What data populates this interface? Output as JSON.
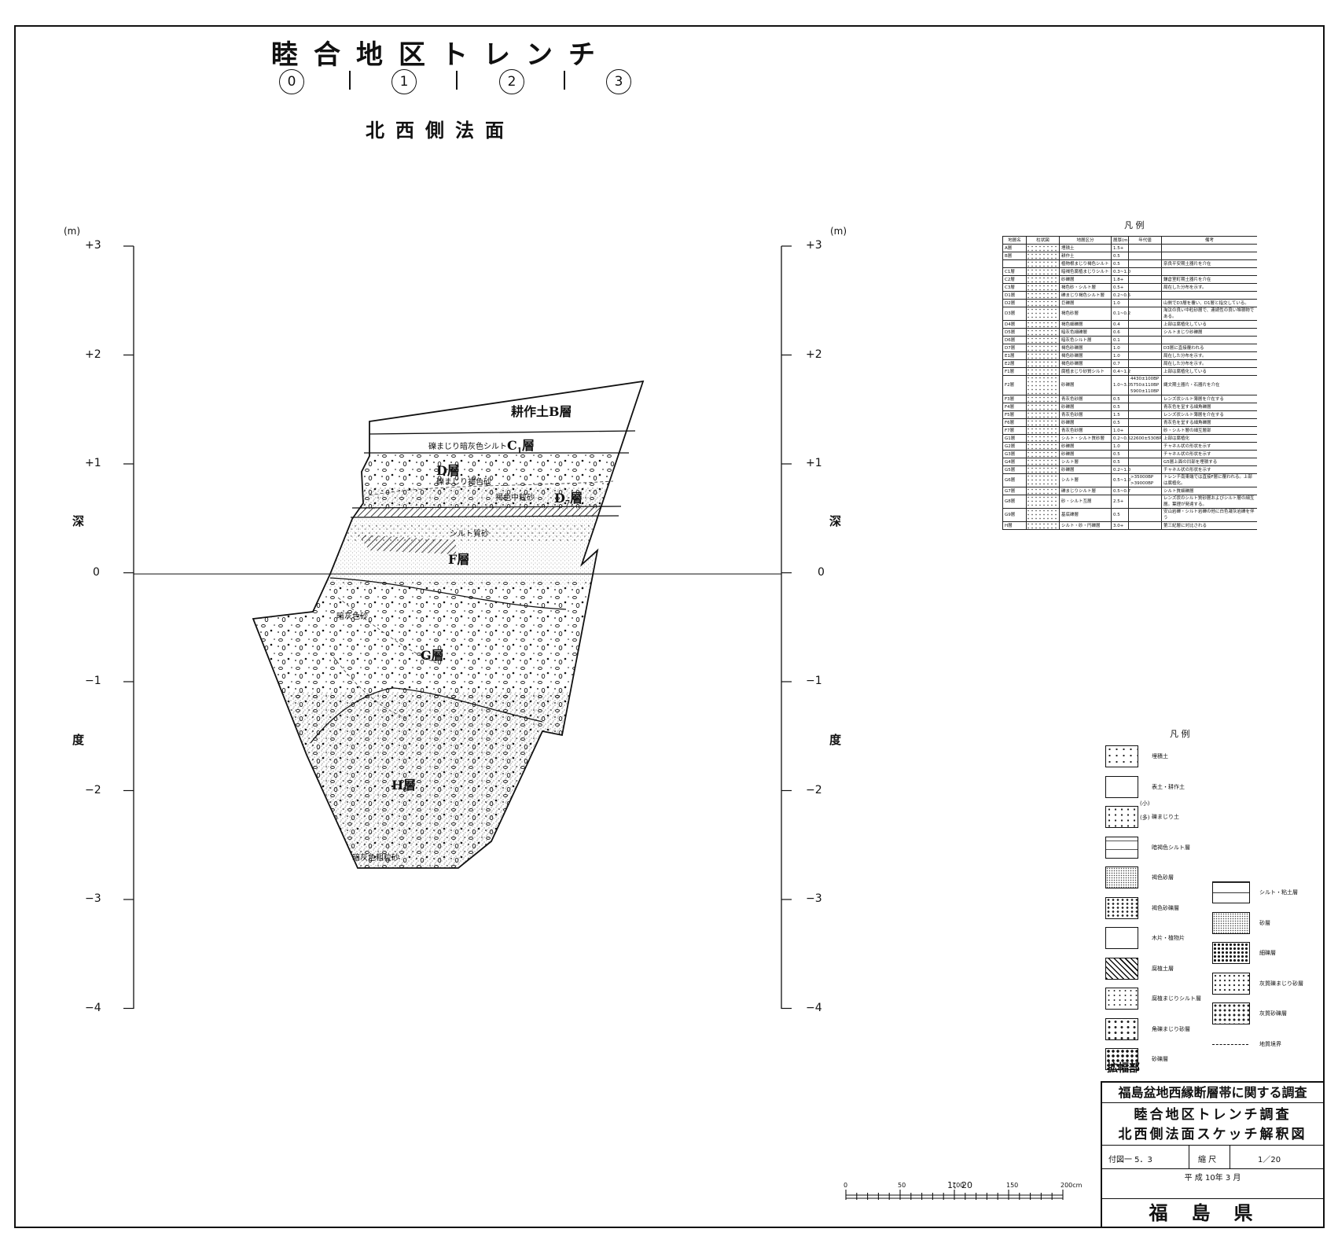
{
  "title": "睦合地区トレンチ",
  "section_numbers": [
    "0",
    "1",
    "2",
    "3"
  ],
  "subtitle": "北西側法面",
  "axis": {
    "unit": "(m)",
    "ticks": [
      "+3",
      "+2",
      "+1",
      "0",
      "−1",
      "−2",
      "−3",
      "−4"
    ],
    "label_chars": [
      "深",
      "度"
    ]
  },
  "layer_labels": {
    "b": "耕作土B層",
    "c1_desc": "礫まじり暗灰色シルト",
    "c1": "C",
    "c1_sub": "1",
    "c1_suffix": "層",
    "d": "D層",
    "d_desc": "礫まじり褐色砂",
    "d7_desc": "褐色中粒砂",
    "d7": "D",
    "d7_sub": "7",
    "d7_suffix": "層",
    "f_desc": "シルト質砂",
    "f": "F層",
    "g_desc": "暗灰色砂",
    "g": "G層",
    "h": "H層",
    "h_desc": "暗灰色粗粒砂"
  },
  "legend1": {
    "title": "凡 例",
    "headers": [
      "地層名",
      "柱状図",
      "地層区分",
      "層厚(m)",
      "年代値",
      "備考"
    ],
    "rows": [
      [
        "A層",
        "",
        "埋積土",
        "1.5+",
        "",
        ""
      ],
      [
        "B層",
        "",
        "耕作土",
        "0.5",
        "",
        ""
      ],
      [
        "",
        "",
        "植物根まじり褐色シルト",
        "0.5",
        "",
        "奈良平安期土器片を介在"
      ],
      [
        "C1層",
        "",
        "暗褐色腐植まじりシルト",
        "0.3~1.0",
        "",
        ""
      ],
      [
        "C2層",
        "",
        "砂礫層",
        "1.8+",
        "",
        "鎌倉室町期土器片を介在"
      ],
      [
        "C3層",
        "",
        "褐色砂・シルト層",
        "0.5+",
        "",
        "局在した分布を示す。"
      ],
      [
        "D1層",
        "",
        "礫まじり褐色シルト層",
        "0.2~0.5",
        "",
        ""
      ],
      [
        "D2層",
        "",
        "巨礫層",
        "1.0",
        "",
        "山側でD3層を覆い、D1層と指交している。"
      ],
      [
        "D3層",
        "",
        "褐色砂層",
        "0.1~0.2",
        "",
        "淘汰の良い中粒砂層で、連続性の良い堆積物である。"
      ],
      [
        "D4層",
        "",
        "褐色細礫層",
        "0.4",
        "",
        "上部は腐植化している"
      ],
      [
        "D5層",
        "",
        "暗灰色細礫層",
        "0.6",
        "",
        "シルトまじり砂礫層"
      ],
      [
        "D6層",
        "",
        "暗灰色シルト層",
        "0.1",
        "",
        ""
      ],
      [
        "D7層",
        "",
        "褐色砂礫層",
        "1.0",
        "",
        "D3層に直接覆われる"
      ],
      [
        "E1層",
        "",
        "褐色砂礫層",
        "1.0",
        "",
        "局在した分布を示す。"
      ],
      [
        "E2層",
        "",
        "褐色砂礫層",
        "0.7",
        "",
        "局在した分布を示す。"
      ],
      [
        "F1層",
        "",
        "腐植まじり砂質シルト",
        "0.4~1.2",
        "",
        "上部は腐植化している"
      ],
      [
        "F2層",
        "",
        "砂礫層",
        "1.0~3.0",
        "4430±100BP 5750±110BP 5900±110BP",
        "縄文期土器片・石器片を介在"
      ],
      [
        "F3層",
        "",
        "青灰色砂層",
        "0.5",
        "",
        "レンズ状シルト薄層を介在する"
      ],
      [
        "F4層",
        "",
        "砂礫層",
        "0.5",
        "",
        "青灰色を呈する細角礫層"
      ],
      [
        "F5層",
        "",
        "青灰色砂層",
        "1.5",
        "",
        "レンズ状シルト薄層を介在する"
      ],
      [
        "F6層",
        "",
        "砂礫層",
        "0.5",
        "",
        "青灰色を呈する細角礫層"
      ],
      [
        "F7層",
        "",
        "青灰色砂層",
        "1.0+",
        "",
        "砂・シルト層の細互層部"
      ],
      [
        "G1層",
        "",
        "シルト・シルト質砂層",
        "0.2~0.5",
        "22600±530BP",
        "上部は腐植化"
      ],
      [
        "G2層",
        "",
        "砂礫層",
        "1.0",
        "",
        "チャネル状の形状を示す"
      ],
      [
        "G3層",
        "",
        "砂礫層",
        "0.5",
        "",
        "チャネル状の形状を示す"
      ],
      [
        "G4層",
        "",
        "シルト層",
        "0.5",
        "",
        "G5層上面の凹部を埋積する"
      ],
      [
        "G5層",
        "",
        "砂礫層",
        "0.2~1.0",
        "",
        "チャネル状の形状を示す"
      ],
      [
        "G6層",
        "",
        "シルト層",
        "0.5~1.0",
        ">35000BP >39000BP",
        "トレンチ南東端では直接F層に覆われる。上部は腐植化。"
      ],
      [
        "G7層",
        "",
        "礫まじりシルト層",
        "0.5~0.7",
        "",
        "シルト質細礫層"
      ],
      [
        "G8層",
        "",
        "砂・シルト互層",
        "2.5+",
        "",
        "レンズ状のシルト質砂層およびシルト層の細互層。葉理が発達する。"
      ],
      [
        "G9層",
        "",
        "基底礫層",
        "0.5",
        "",
        "安山岩礫・シルト岩礫の他に白色凝灰岩礫を伴う"
      ],
      [
        "H層",
        "",
        "シルト・砂・円礫層",
        "3.0+",
        "",
        "第三紀層に対比される"
      ]
    ]
  },
  "legend2": {
    "title": "凡 例",
    "left": [
      "埋積土",
      "表土・耕作土",
      "礫まじり土",
      "暗褐色シルト層",
      "褐色砂層",
      "褐色砂礫層",
      "木片・植物片",
      "腐植土層",
      "腐植まじりシルト層",
      "角礫まじり砂層",
      "砂礫層"
    ],
    "grav_small": "(小)",
    "grav_large": "(多)",
    "right": [
      "シルト・粘土層",
      "砂層",
      "細礫層",
      "灰質礫まじり砂層",
      "灰質砂礫層",
      "地質境界"
    ]
  },
  "expansion_label": "拡幅部",
  "scale_bar": {
    "ratio": "1：20",
    "ticks": [
      "0",
      "50",
      "100",
      "150",
      "200cm"
    ]
  },
  "title_block": {
    "project": "福島盆地西縁断層帯に関する調査",
    "survey": "睦合地区トレンチ調査",
    "drawing": "北西側法面スケッチ解釈図",
    "fig_no": "付図一 5．3",
    "scale_label": "縮 尺",
    "scale_value": "1／20",
    "date": "平 成 10年 3 月",
    "org": "福島県"
  },
  "colors": {
    "ink": "#111111",
    "paper": "#ffffff"
  }
}
